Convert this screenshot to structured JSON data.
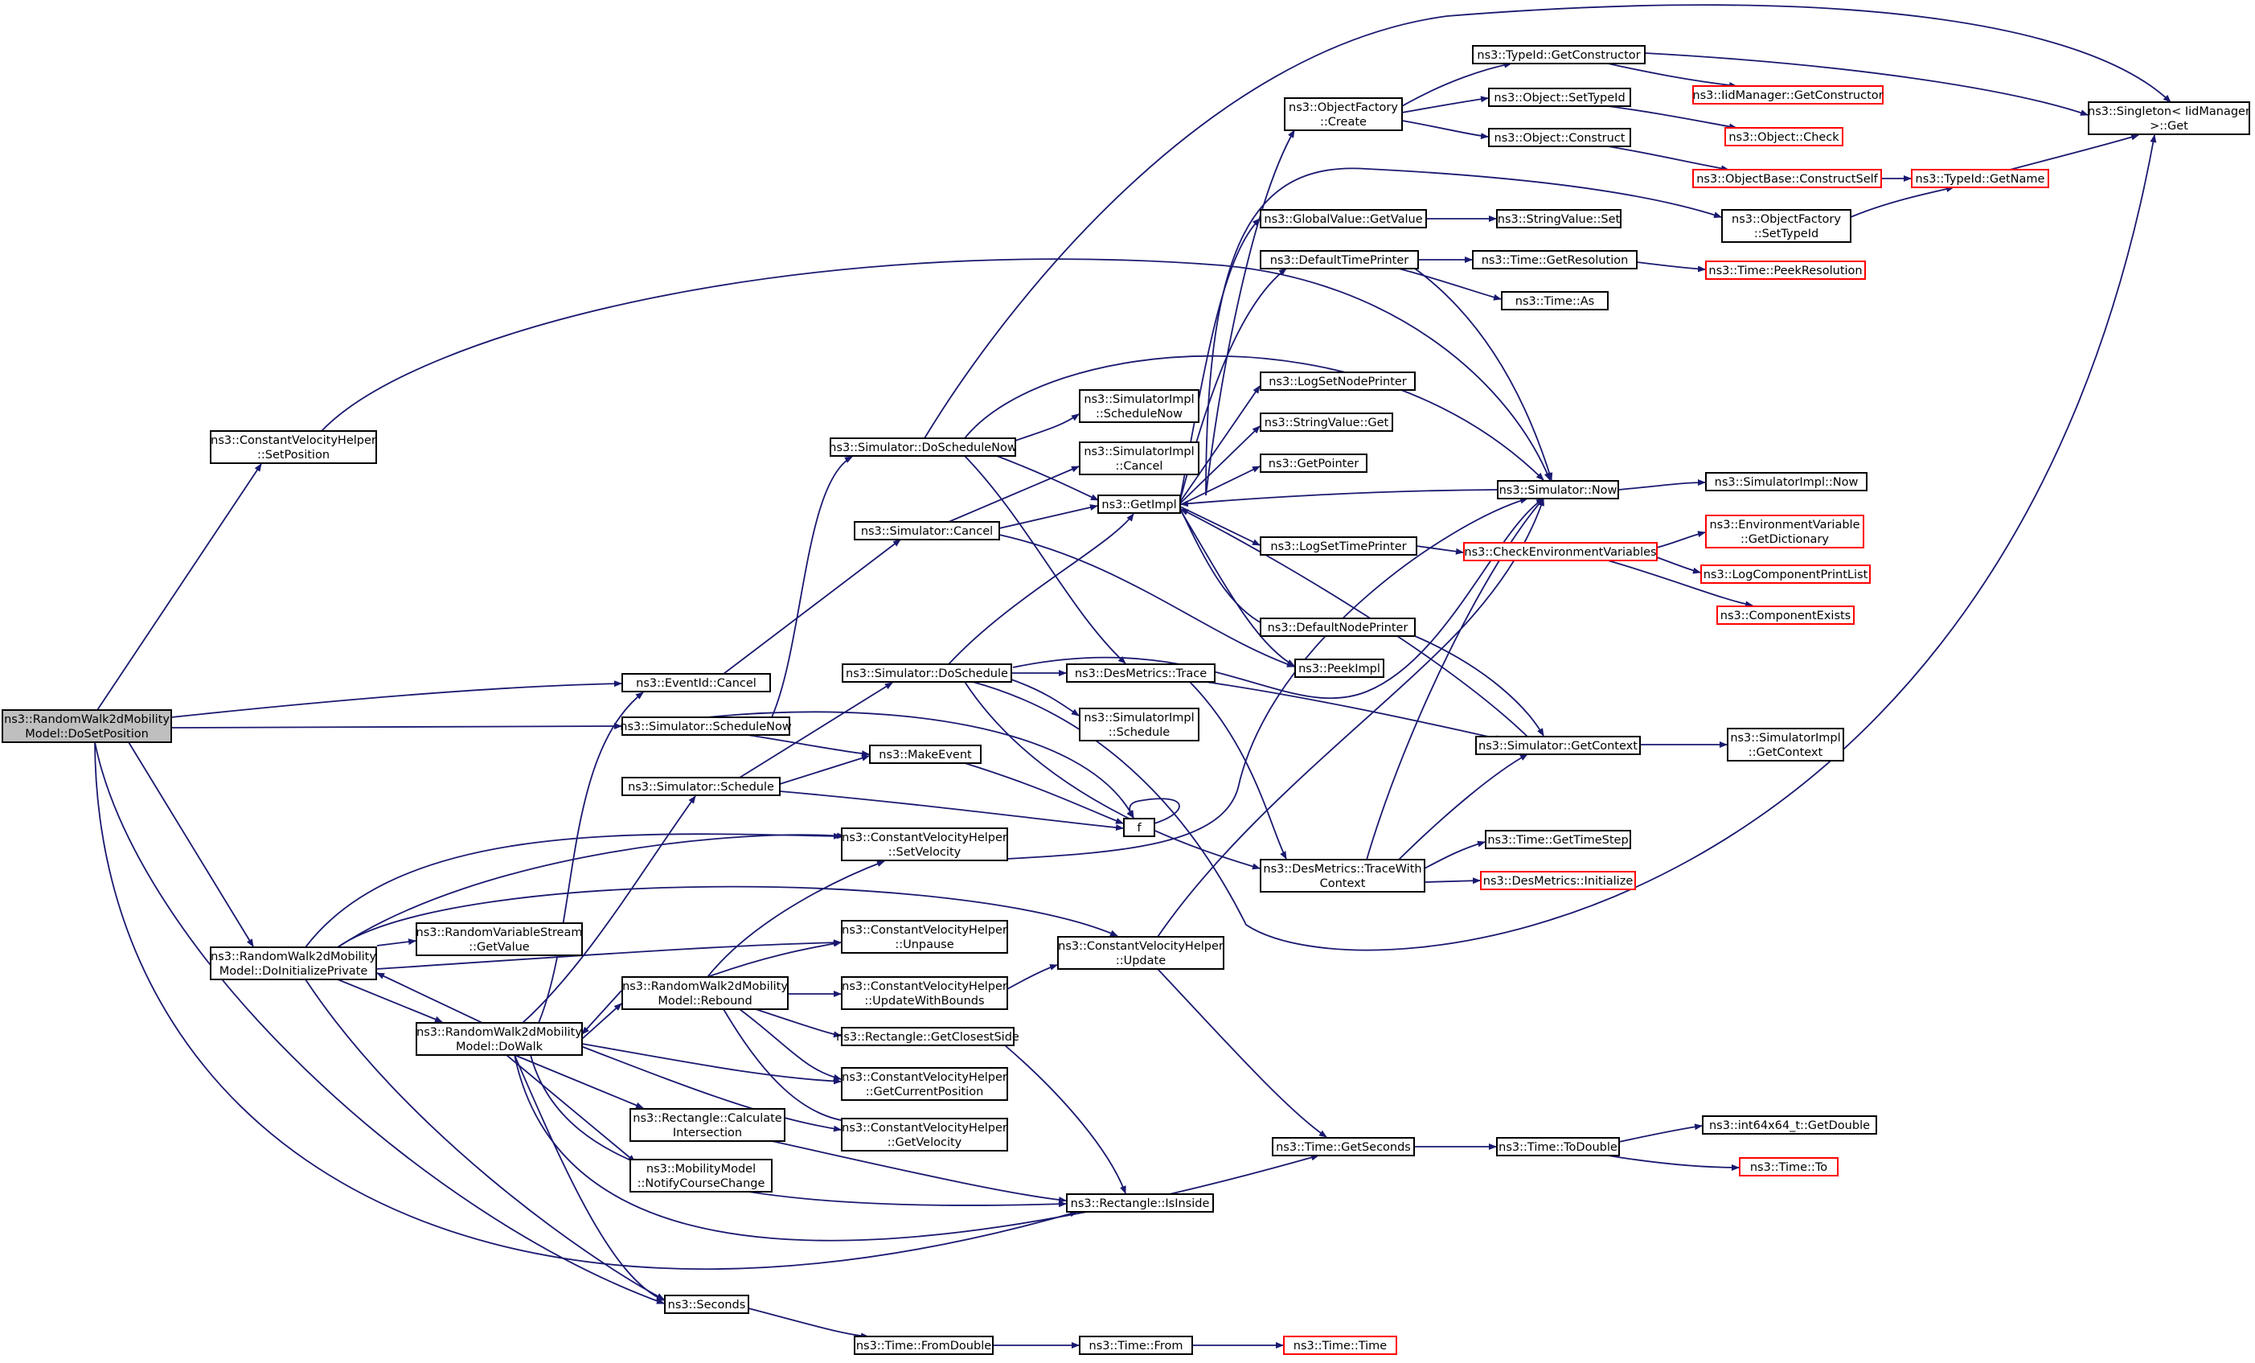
{
  "colors": {
    "edge": "#191970",
    "node_border": "#000000",
    "truncated_border": "#ff0000",
    "root_fill": "#bfbfbf"
  },
  "nodes": [
    {
      "id": "root",
      "lines": [
        "ns3::RandomWalk2dMobility",
        "Model::DoSetPosition"
      ],
      "root": true
    },
    {
      "id": "cvh_setpos",
      "lines": [
        "ns3::ConstantVelocityHelper",
        "::SetPosition"
      ]
    },
    {
      "id": "rw_doinit",
      "lines": [
        "ns3::RandomWalk2dMobility",
        "Model::DoInitializePrivate"
      ]
    },
    {
      "id": "rw_dowalk",
      "lines": [
        "ns3::RandomWalk2dMobility",
        "Model::DoWalk"
      ]
    },
    {
      "id": "rw_rebound",
      "lines": [
        "ns3::RandomWalk2dMobility",
        "Model::Rebound"
      ]
    },
    {
      "id": "rvs_getvalue",
      "lines": [
        "ns3::RandomVariableStream",
        "::GetValue"
      ]
    },
    {
      "id": "eventid_cancel",
      "lines": [
        "ns3::EventId::Cancel"
      ]
    },
    {
      "id": "sim_schedulenow",
      "lines": [
        "ns3::Simulator::ScheduleNow"
      ]
    },
    {
      "id": "sim_schedule",
      "lines": [
        "ns3::Simulator::Schedule"
      ]
    },
    {
      "id": "sim_doschedulenow",
      "lines": [
        "ns3::Simulator::DoScheduleNow"
      ]
    },
    {
      "id": "sim_cancel",
      "lines": [
        "ns3::Simulator::Cancel"
      ]
    },
    {
      "id": "sim_doschedule",
      "lines": [
        "ns3::Simulator::DoSchedule"
      ]
    },
    {
      "id": "makeevent",
      "lines": [
        "ns3::MakeEvent"
      ]
    },
    {
      "id": "f",
      "lines": [
        "f"
      ]
    },
    {
      "id": "cvh_setvel",
      "lines": [
        "ns3::ConstantVelocityHelper",
        "::SetVelocity"
      ]
    },
    {
      "id": "cvh_unpause",
      "lines": [
        "ns3::ConstantVelocityHelper",
        "::Unpause"
      ]
    },
    {
      "id": "cvh_updatebounds",
      "lines": [
        "ns3::ConstantVelocityHelper",
        "::UpdateWithBounds"
      ]
    },
    {
      "id": "rect_closest",
      "lines": [
        "ns3::Rectangle::GetClosestSide"
      ]
    },
    {
      "id": "cvh_getcurpos",
      "lines": [
        "ns3::ConstantVelocityHelper",
        "::GetCurrentPosition"
      ]
    },
    {
      "id": "cvh_getvel",
      "lines": [
        "ns3::ConstantVelocityHelper",
        "::GetVelocity"
      ]
    },
    {
      "id": "rect_calc",
      "lines": [
        "ns3::Rectangle::Calculate",
        "Intersection"
      ]
    },
    {
      "id": "mm_notify",
      "lines": [
        "ns3::MobilityModel",
        "::NotifyCourseChange"
      ]
    },
    {
      "id": "seconds",
      "lines": [
        "ns3::Seconds"
      ]
    },
    {
      "id": "time_fromdouble",
      "lines": [
        "ns3::Time::FromDouble"
      ]
    },
    {
      "id": "time_from",
      "lines": [
        "ns3::Time::From"
      ]
    },
    {
      "id": "time_time",
      "lines": [
        "ns3::Time::Time"
      ],
      "truncated": true
    },
    {
      "id": "rect_isinside",
      "lines": [
        "ns3::Rectangle::IsInside"
      ]
    },
    {
      "id": "cvh_update",
      "lines": [
        "ns3::ConstantVelocityHelper",
        "::Update"
      ]
    },
    {
      "id": "simimpl_schedulenow",
      "lines": [
        "ns3::SimulatorImpl",
        "::ScheduleNow"
      ]
    },
    {
      "id": "simimpl_cancel",
      "lines": [
        "ns3::SimulatorImpl",
        "::Cancel"
      ]
    },
    {
      "id": "getimpl",
      "lines": [
        "ns3::GetImpl"
      ]
    },
    {
      "id": "desm_trace",
      "lines": [
        "ns3::DesMetrics::Trace"
      ]
    },
    {
      "id": "simimpl_schedule",
      "lines": [
        "ns3::SimulatorImpl",
        "::Schedule"
      ]
    },
    {
      "id": "of_create",
      "lines": [
        "ns3::ObjectFactory",
        "::Create"
      ]
    },
    {
      "id": "gv_getvalue",
      "lines": [
        "ns3::GlobalValue::GetValue"
      ]
    },
    {
      "id": "dtp",
      "lines": [
        "ns3::DefaultTimePrinter"
      ]
    },
    {
      "id": "lsnp",
      "lines": [
        "ns3::LogSetNodePrinter"
      ]
    },
    {
      "id": "sv_get",
      "lines": [
        "ns3::StringValue::Get"
      ]
    },
    {
      "id": "getpointer",
      "lines": [
        "ns3::GetPointer"
      ]
    },
    {
      "id": "lstp",
      "lines": [
        "ns3::LogSetTimePrinter"
      ]
    },
    {
      "id": "dnp",
      "lines": [
        "ns3::DefaultNodePrinter"
      ]
    },
    {
      "id": "peekimpl",
      "lines": [
        "ns3::PeekImpl"
      ]
    },
    {
      "id": "desm_tracewith",
      "lines": [
        "ns3::DesMetrics::TraceWith",
        "Context"
      ]
    },
    {
      "id": "time_getseconds",
      "lines": [
        "ns3::Time::GetSeconds"
      ]
    },
    {
      "id": "typeid_getctor",
      "lines": [
        "ns3::TypeId::GetConstructor"
      ]
    },
    {
      "id": "obj_settypeid",
      "lines": [
        "ns3::Object::SetTypeId"
      ]
    },
    {
      "id": "obj_construct",
      "lines": [
        "ns3::Object::Construct"
      ]
    },
    {
      "id": "sv_set",
      "lines": [
        "ns3::StringValue::Set"
      ]
    },
    {
      "id": "time_getres",
      "lines": [
        "ns3::Time::GetResolution"
      ]
    },
    {
      "id": "time_as",
      "lines": [
        "ns3::Time::As"
      ]
    },
    {
      "id": "sim_now",
      "lines": [
        "ns3::Simulator::Now"
      ]
    },
    {
      "id": "cev",
      "lines": [
        "ns3::CheckEnvironmentVariables"
      ],
      "truncated": true
    },
    {
      "id": "sim_getctx",
      "lines": [
        "ns3::Simulator::GetContext"
      ]
    },
    {
      "id": "time_gettimestep",
      "lines": [
        "ns3::Time::GetTimeStep"
      ]
    },
    {
      "id": "desm_init",
      "lines": [
        "ns3::DesMetrics::Initialize"
      ],
      "truncated": true
    },
    {
      "id": "time_todouble",
      "lines": [
        "ns3::Time::ToDouble"
      ]
    },
    {
      "id": "iidm_getctor",
      "lines": [
        "ns3::IidManager::GetConstructor"
      ],
      "truncated": true
    },
    {
      "id": "obj_check",
      "lines": [
        "ns3::Object::Check"
      ],
      "truncated": true
    },
    {
      "id": "ob_constructself",
      "lines": [
        "ns3::ObjectBase::ConstructSelf"
      ],
      "truncated": true
    },
    {
      "id": "of_settypeid",
      "lines": [
        "ns3::ObjectFactory",
        "::SetTypeId"
      ]
    },
    {
      "id": "time_peekres",
      "lines": [
        "ns3::Time::PeekResolution"
      ],
      "truncated": true
    },
    {
      "id": "simimpl_now",
      "lines": [
        "ns3::SimulatorImpl::Now"
      ]
    },
    {
      "id": "ev_getdict",
      "lines": [
        "ns3::EnvironmentVariable",
        "::GetDictionary"
      ],
      "truncated": true
    },
    {
      "id": "lcpl",
      "lines": [
        "ns3::LogComponentPrintList"
      ],
      "truncated": true
    },
    {
      "id": "compexists",
      "lines": [
        "ns3::ComponentExists"
      ],
      "truncated": true
    },
    {
      "id": "simimpl_getctx",
      "lines": [
        "ns3::SimulatorImpl",
        "::GetContext"
      ]
    },
    {
      "id": "i64_getdouble",
      "lines": [
        "ns3::int64x64_t::GetDouble"
      ]
    },
    {
      "id": "time_to",
      "lines": [
        "ns3::Time::To"
      ],
      "truncated": true
    },
    {
      "id": "singleton_get",
      "lines": [
        "ns3::Singleton< IidManager",
        ">::Get"
      ]
    },
    {
      "id": "typeid_getname",
      "lines": [
        "ns3::TypeId::GetName"
      ],
      "truncated": true
    }
  ]
}
